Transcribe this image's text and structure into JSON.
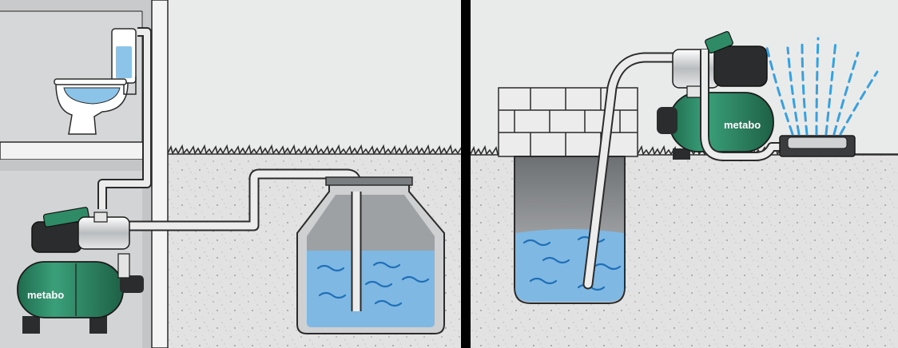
{
  "panels": [
    {
      "id": "house-cistern",
      "pump": {
        "brand_label": "metabo"
      },
      "fixtures": [
        "toilet-icon",
        "cistern-icon"
      ],
      "water_source": "underground-tank"
    },
    {
      "id": "garden-well",
      "pump": {
        "brand_label": "metabo"
      },
      "fixtures": [
        "sprinkler-icon"
      ],
      "water_source": "well-shaft"
    }
  ],
  "colors": {
    "sky": "#e9eaea",
    "soil": "#e1e1e1",
    "water": "#7fb8e2",
    "water_wave": "#1f6fb8",
    "pump_green": "#2f8a66",
    "pump_dark": "#2a2c2e",
    "pipe": "#ececec",
    "divider": "#000000",
    "spray": "#3aa0dc"
  }
}
